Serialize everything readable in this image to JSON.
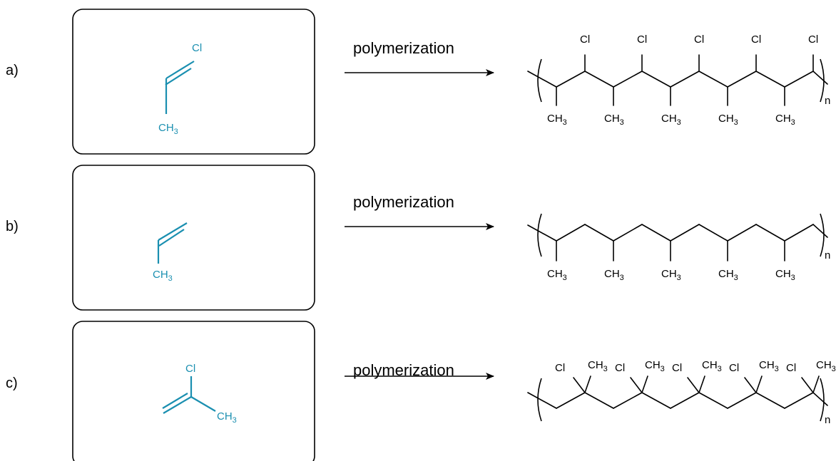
{
  "colors": {
    "monomer": "#1a8fb0",
    "polymer": "#000000",
    "box_stroke": "#000000"
  },
  "rows": [
    {
      "label": "a)",
      "arrow_label": "polymerization",
      "monomer": {
        "substituents": [
          "Cl",
          "CH",
          "3"
        ]
      },
      "polymer": {
        "top_sub": "Cl",
        "bottom_sub": "CH",
        "sub_index": "3",
        "repeat": "n"
      }
    },
    {
      "label": "b)",
      "arrow_label": "polymerization",
      "monomer": {
        "substituents": [
          "CH",
          "3"
        ]
      },
      "polymer": {
        "bottom_sub": "CH",
        "sub_index": "3",
        "repeat": "n"
      }
    },
    {
      "label": "c)",
      "arrow_label": "polymerization",
      "monomer": {
        "substituents": [
          "Cl",
          "CH",
          "3"
        ]
      },
      "polymer": {
        "sub_a": "Cl",
        "sub_b": "CH",
        "sub_index": "3",
        "repeat": "n"
      }
    }
  ]
}
